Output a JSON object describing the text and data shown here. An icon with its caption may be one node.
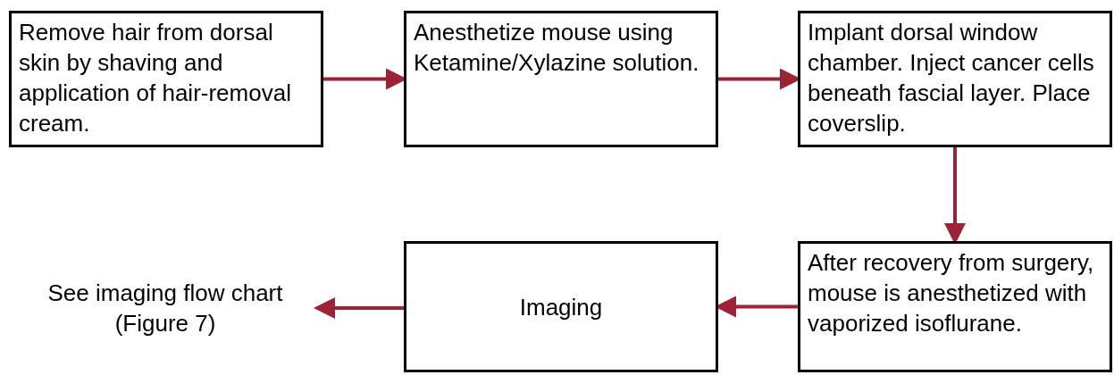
{
  "diagram": {
    "nodes": [
      {
        "text": [
          "Remove hair from dorsal skin by shaving and application of hair-removal cream."
        ]
      },
      {
        "text": [
          "Anesthetize mouse using Ketamine/Xylazine solution."
        ]
      },
      {
        "text": [
          "Implant dorsal window chamber. Inject cancer cells beneath fascial layer. Place coverslip."
        ]
      },
      {
        "text": [
          "After recovery from surgery, mouse is anesthetized with vaporized isoflurane."
        ]
      },
      {
        "text": [
          "Imaging"
        ]
      },
      {
        "text": [
          "See imaging flow chart (Figure 7)"
        ]
      }
    ],
    "edges": [
      {
        "from": 0,
        "to": 1,
        "arrow": "to"
      },
      {
        "from": 1,
        "to": 2,
        "arrow": "to"
      },
      {
        "from": 2,
        "to": 3,
        "arrow": "to"
      },
      {
        "from": 3,
        "to": 4,
        "arrow": "to"
      },
      {
        "from": 4,
        "to": 5,
        "arrow": "to"
      }
    ]
  }
}
